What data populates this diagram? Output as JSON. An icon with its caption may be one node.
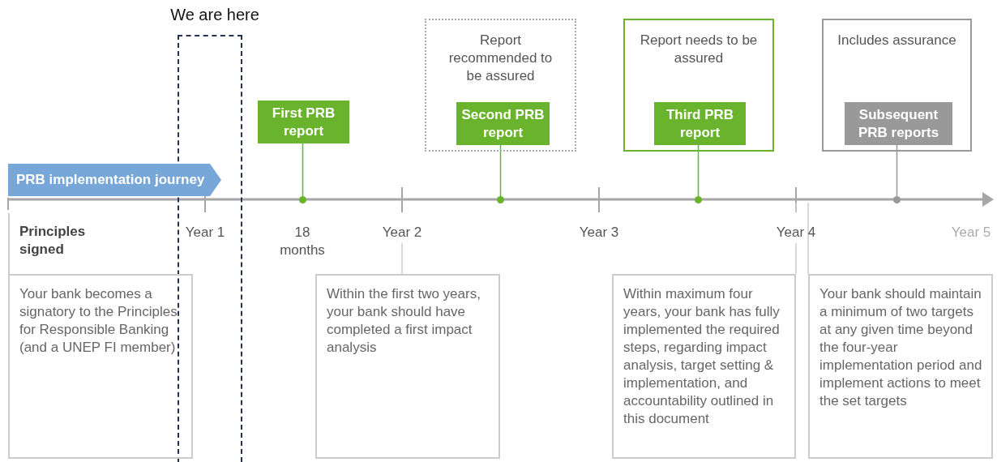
{
  "diagram": {
    "nodes": [
      {
        "text": [
          "We are here"
        ]
      },
      {
        "text": [
          "First PRB report"
        ]
      },
      {
        "text": [
          "Report recommended to be assured"
        ]
      },
      {
        "text": [
          "Second PRB report"
        ],
        "in": 2
      },
      {
        "text": [
          "Report needs to be assured"
        ]
      },
      {
        "text": [
          "Third PRB report"
        ],
        "in": 4
      },
      {
        "text": [
          "Includes assurance"
        ]
      },
      {
        "text": [
          "Subsequent PRB reports"
        ],
        "in": 6
      },
      {
        "text": [
          "PRB implementation journey"
        ]
      },
      {
        "text": [],
        "shape": "circle"
      },
      {
        "text": [],
        "shape": "circle"
      },
      {
        "text": [],
        "shape": "circle"
      },
      {
        "text": [],
        "shape": "circle"
      },
      {
        "text": [
          "Principles signed",
          "Your bank becomes a signatory to the Principles for Responsible Banking (and a UNEP FI member)"
        ]
      },
      {
        "text": [
          "Within the first two years, your bank should have completed a first impact analysis"
        ]
      },
      {
        "text": [
          "Within maximum four years, your bank has fully implemented the required steps, regarding impact analysis, target setting & implementation, and accountability outlined in this document"
        ]
      },
      {
        "text": [
          "Your bank should maintain a minimum of two targets at any given time beyond the four-year implementation period and implement actions to meet the set targets"
        ]
      }
    ],
    "edges": [
      {
        "from": 1,
        "to": 9,
        "arrow": "none"
      },
      {
        "from": 3,
        "to": 10,
        "arrow": "none"
      },
      {
        "from": 5,
        "to": 11,
        "arrow": "none"
      },
      {
        "from": 7,
        "to": 12,
        "arrow": "none",
        "color": "#999999"
      }
    ],
    "labels": [
      "Year 1",
      "18 months",
      "Year 2",
      "Year 3",
      "Year 4",
      "Year 5"
    ]
  }
}
